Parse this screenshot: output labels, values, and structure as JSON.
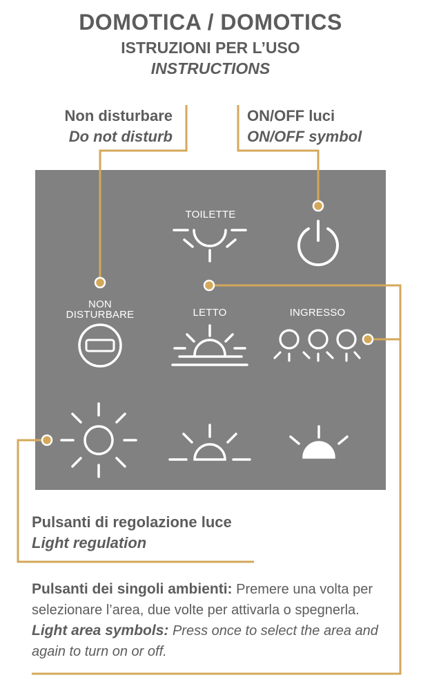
{
  "header": {
    "title": "DOMOTICA / DOMOTICS",
    "subtitle_it": "ISTRUZIONI PER L’USO",
    "subtitle_en": "INSTRUCTIONS"
  },
  "callouts": {
    "dnd_it": "Non disturbare",
    "dnd_en": "Do not disturb",
    "onoff_it": "ON/OFF luci",
    "onoff_en": "ON/OFF symbol",
    "regulation_it": "Pulsanti di regolazione luce",
    "regulation_en": "Light regulation"
  },
  "panel": {
    "toilette": "TOILETTE",
    "non": "NON",
    "disturbare": "DISTURBARE",
    "letto": "LETTO",
    "ingresso": "INGRESSO"
  },
  "footer": {
    "areas_bold_it": "Pulsanti dei singoli ambienti:",
    "areas_text_it": " Premere una volta per selezionare l’area, due volte per attivarla o spegnerla.",
    "areas_bold_en": "Light area symbols:",
    "areas_text_en": " Press once to select the area and again to turn on or off."
  },
  "colors": {
    "gold": "#d4a85a",
    "panel": "#818181",
    "text": "#5c5c5c"
  }
}
